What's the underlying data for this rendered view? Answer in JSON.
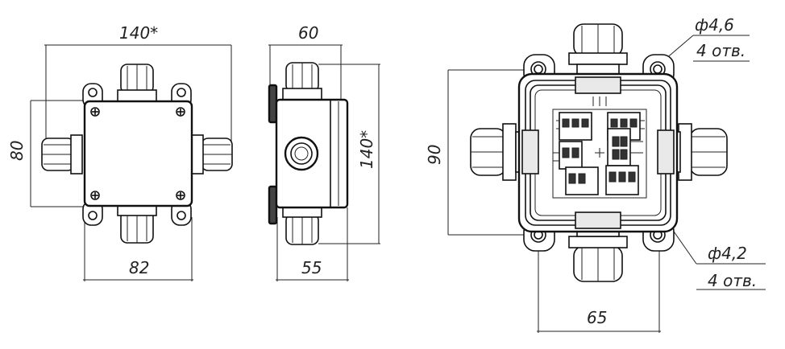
{
  "dimensions": {
    "front_width": "140*",
    "front_height": "80",
    "front_bottom": "82",
    "side_top": "60",
    "side_height": "140*",
    "side_bottom": "55",
    "detail_height": "90",
    "detail_bottom": "65"
  },
  "callouts": {
    "upper_diameter": "ф4,6",
    "upper_count": "4 отв.",
    "lower_diameter": "ф4,2",
    "lower_count": "4 отв."
  }
}
